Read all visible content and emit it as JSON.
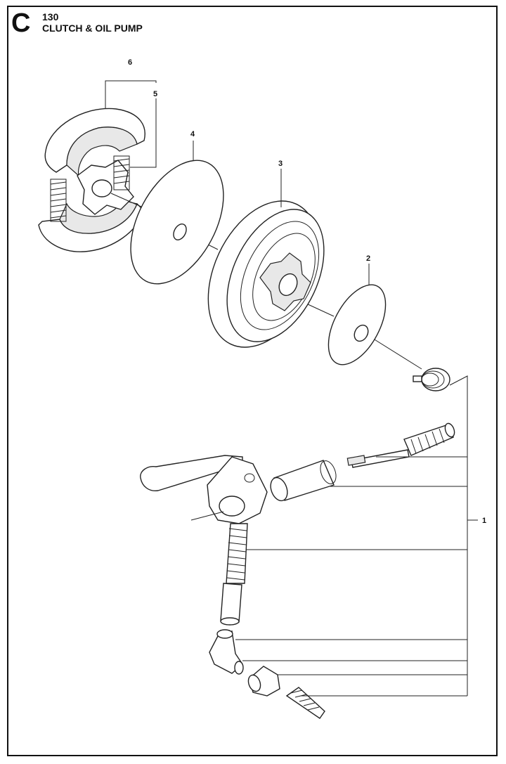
{
  "header": {
    "section_letter": "C",
    "page_number": "130",
    "title": "CLUTCH & OIL PUMP"
  },
  "callouts": [
    {
      "id": "6",
      "text": "6"
    },
    {
      "id": "5",
      "text": "5"
    },
    {
      "id": "4",
      "text": "4"
    },
    {
      "id": "3",
      "text": "3"
    },
    {
      "id": "2",
      "text": "2"
    },
    {
      "id": "1",
      "text": "1"
    }
  ],
  "colors": {
    "line": "#222222",
    "background": "#ffffff"
  }
}
